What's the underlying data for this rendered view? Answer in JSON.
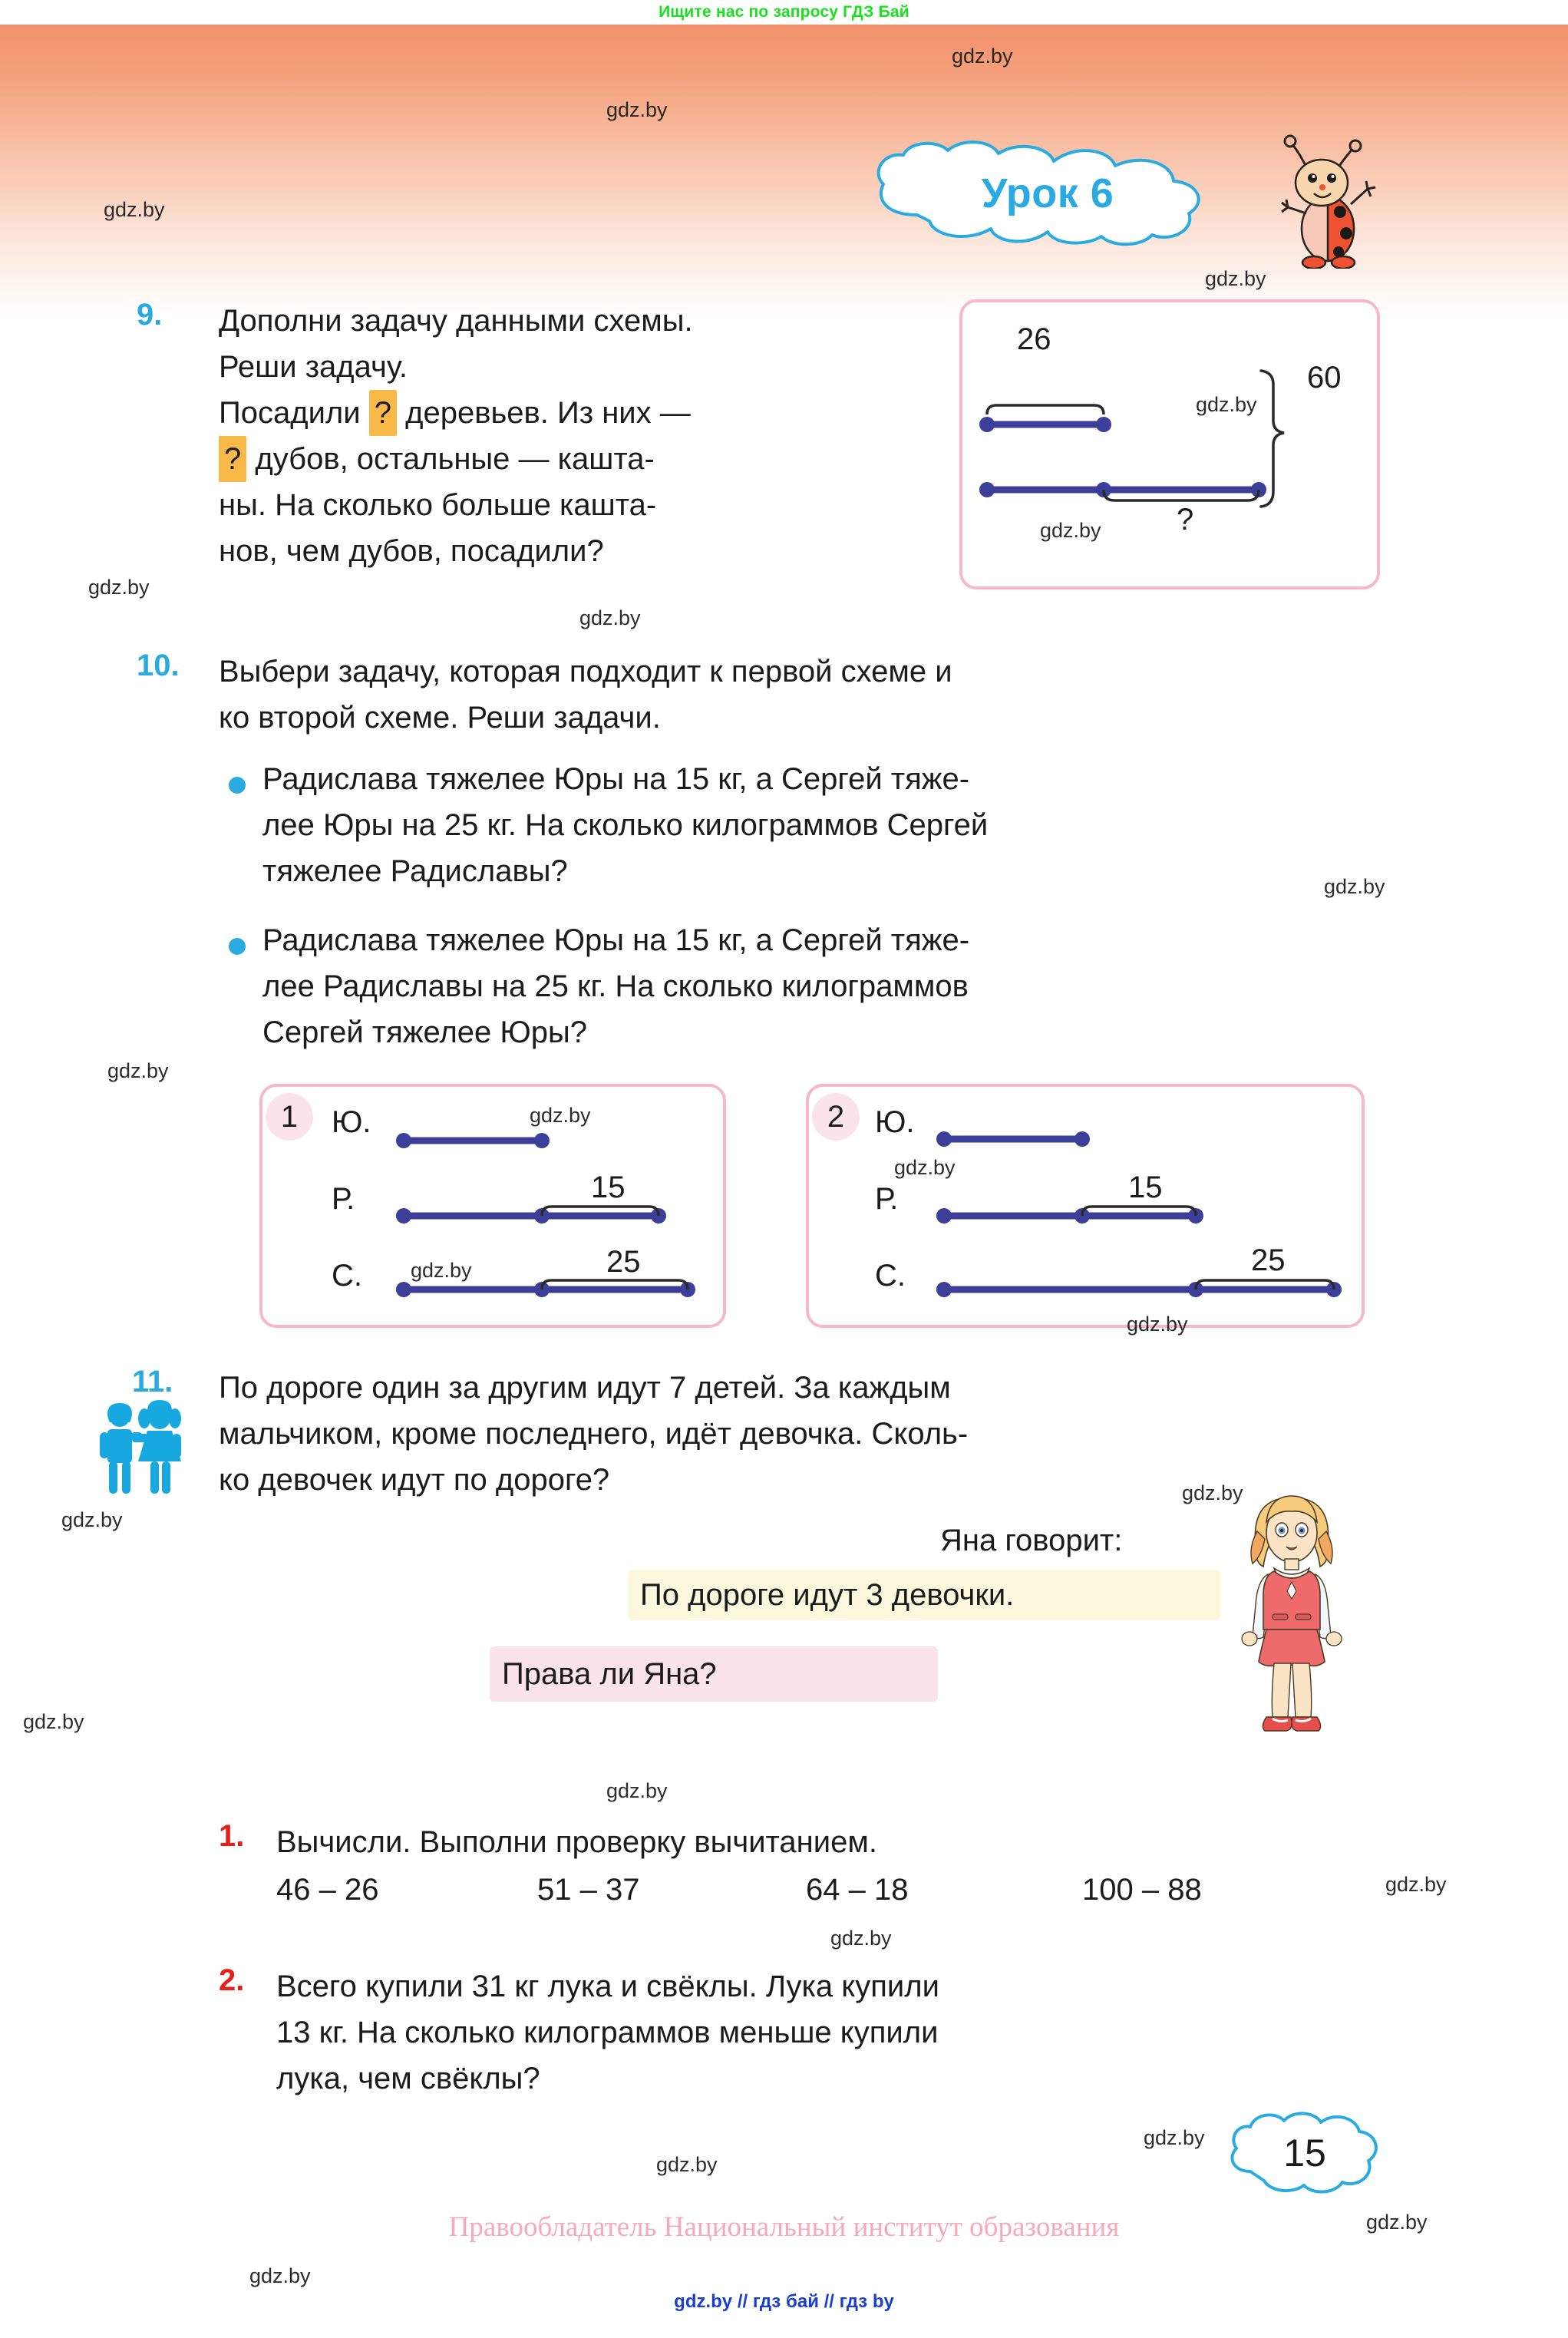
{
  "promo": {
    "text": "Ищите нас по запросу ГДЗ Бай"
  },
  "header": {
    "lesson_title": "Урок 6",
    "lesson_cloud_color": "#29abe2",
    "mascot": "ladybug-character"
  },
  "background": {
    "gradient_top": "#f2906a",
    "gradient_bottom": "#ffffff"
  },
  "exercises": [
    {
      "number": "9.",
      "number_color": "#29abe2",
      "line1": "Дополни задачу данными схемы.",
      "line2": "Реши  задачу.",
      "line3_a": "Посадили",
      "q1": "?",
      "line3_b": "деревьев. Из них —",
      "q2": "?",
      "line4": "дубов,  остальные  —  кашта-",
      "line5": "ны.  На  сколько  больше  кашта-",
      "line6": "нов,  чем  дубов,  посадили?"
    },
    {
      "number": "10.",
      "number_color": "#29abe2",
      "line1": "Выбери задачу, которая подходит к первой схеме и",
      "line2": "ко второй схеме. Реши задачи.",
      "bullets": [
        {
          "line1": "Радислава тяжелее Юры на 15 кг, а Сергей тяже-",
          "line2": "лее Юры на 25 кг. На сколько килограммов Сергей",
          "line3": "тяжелее Радиславы?"
        },
        {
          "line1": "Радислава тяжелее Юры на 15 кг, а Сергей тяже-",
          "line2": "лее Радиславы на 25 кг. На сколько килограммов",
          "line3": "Сергей тяжелее Юры?"
        }
      ]
    },
    {
      "number": "11.",
      "number_color": "#29abe2",
      "line1": "По дороге один за другим идут 7 детей. За каждым",
      "line2": "мальчиком, кроме последнего, идёт девочка. Сколь-",
      "line3": "ко девочек идут по дороге?",
      "icon": "two-children-icon"
    }
  ],
  "dialogue": {
    "speaker_label": "Яна говорит:",
    "statement": "По дороге идут 3 девочки.",
    "statement_bg": "#fbf8de",
    "question": "Права ли Яна?",
    "question_bg": "#fbe3ec",
    "character": "yana-girl-character"
  },
  "homework": {
    "border_color": "#e8251c",
    "items": [
      {
        "number": "1.",
        "number_color": "#e32119",
        "title": "Вычисли.  Выполни  проверку  вычитанием.",
        "expressions": [
          "46 – 26",
          "51 – 37",
          "64 – 18",
          "100 – 88"
        ]
      },
      {
        "number": "2.",
        "number_color": "#e32119",
        "line1": "Всего купили 31 кг лука и свёклы. Лука купили",
        "line2": "13 кг.  На  сколько  килограммов  меньше  купили",
        "line3": "лука, чем свёклы?"
      }
    ]
  },
  "schemes": {
    "ex9": {
      "top_bar_label": "26",
      "brace_label": "60",
      "unknown_label": "?",
      "bar_color": "#3b3f99",
      "box_border": "#f5b8cd"
    },
    "ex10": [
      {
        "badge": "1",
        "rows": [
          {
            "label": "Ю.",
            "value": ""
          },
          {
            "label": "Р.",
            "value": "15"
          },
          {
            "label": "С.",
            "value": "25"
          }
        ]
      },
      {
        "badge": "2",
        "rows": [
          {
            "label": "Ю.",
            "value": ""
          },
          {
            "label": "Р.",
            "value": "15"
          },
          {
            "label": "С.",
            "value": "25"
          }
        ]
      }
    ]
  },
  "footer": {
    "page_number": "15",
    "copyright": "Правообладатель Национальный институт образования",
    "links": "gdz.by  //  гдз бай  //  гдз by"
  },
  "watermarks": {
    "text": "gdz.by"
  }
}
